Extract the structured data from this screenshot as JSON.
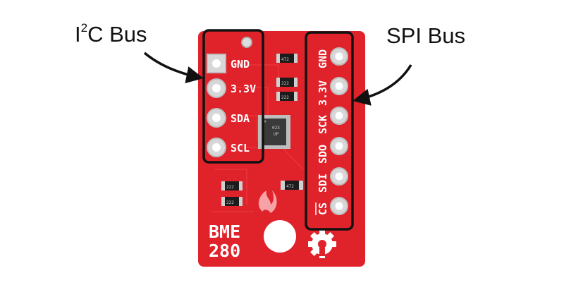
{
  "callouts": {
    "i2c": {
      "prefix": "I",
      "superscript": "2",
      "suffix": "C Bus"
    },
    "spi": {
      "label": "SPI Bus"
    }
  },
  "board": {
    "model_line1": "BME",
    "model_line2": "280",
    "color": "#e0222b",
    "i2c_pins": [
      "GND",
      "3.3V",
      "SDA",
      "SCL"
    ],
    "spi_pins": [
      "GND",
      "3.3V",
      "SCK",
      "SDO",
      "SDI",
      "CS"
    ],
    "resistor_marks": [
      "472",
      "222",
      "222",
      "472",
      "222",
      "222"
    ],
    "sensor_marks": [
      "023",
      "UP"
    ]
  }
}
